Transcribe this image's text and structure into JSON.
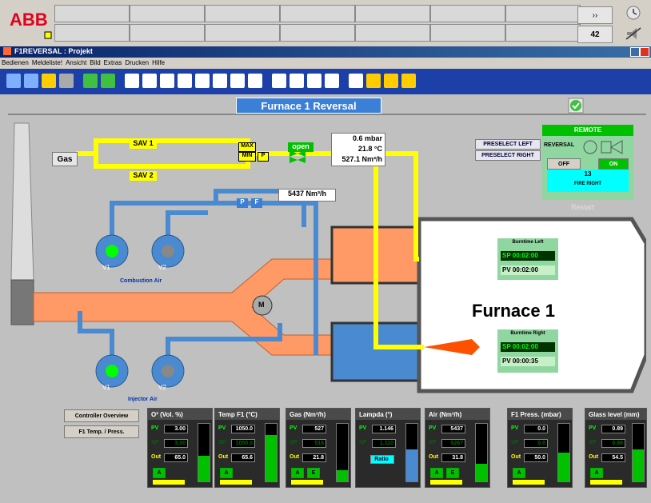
{
  "header": {
    "logo": "ABB",
    "nav_more": "››",
    "alarm_count": "42"
  },
  "window": {
    "title": "F1REVERSAL : Projekt"
  },
  "menu": [
    "Bedienen",
    "Meldeliste!",
    "Ansicht",
    "Bild",
    "Extras",
    "Drucken",
    "Hilfe"
  ],
  "display": {
    "title": "Furnace 1 Reversal",
    "furnace_label": "Furnace 1",
    "gas_label": "Gas",
    "sav1": "SAV 1",
    "sav2": "SAV 2",
    "max": "MAX",
    "min": "MIN",
    "p": "P",
    "open": "open",
    "pressure": "0.6 mbar",
    "temperature": "21.8 °C",
    "gas_flow": "527.1 Nm³/h",
    "air_flow": "5437 Nm³/h",
    "pf_p": "P",
    "pf_f": "F",
    "v1": "V1",
    "v2": "V2",
    "combustion_air": "Combustion Air",
    "injector_air": "Injector Air",
    "motor": "M",
    "preselect_left": "PRESELECT LEFT",
    "preselect_right": "PRESELECT RIGHT",
    "remote": "REMOTE",
    "reversal": "REVERSAL",
    "off": "OFF",
    "on": "ON",
    "counter": "13",
    "fire_state": "FIRE RIGHT",
    "restart": "Restart",
    "burn_left_title": "Burntime Left",
    "burn_left_sp": "SP  00:02:00",
    "burn_left_pv": "PV  00:02:00",
    "burn_right_title": "Burntime Right",
    "burn_right_sp": "SP  00:02:00",
    "burn_right_pv": "PV  00:00:35",
    "controller_overview": "Controller Overview",
    "f1_temp_press": "F1 Temp. / Press."
  },
  "controllers": [
    {
      "title": "O²   (Vol. %)",
      "pv": "3.00",
      "sp": "3.00",
      "out": "65.0",
      "mode": [
        "A"
      ],
      "fill": 0.45
    },
    {
      "title": "Temp F1   (°C)",
      "pv": "1050.0",
      "sp": "1050.0",
      "out": "65.6",
      "mode": [
        "A"
      ],
      "fill": 0.8
    },
    {
      "title": "Gas   (Nm³/h)",
      "pv": "527",
      "sp": "516",
      "out": "21.8",
      "mode": [
        "A",
        "E"
      ],
      "fill": 0.2
    },
    {
      "title": "Lampda      (°)",
      "pv": "1.146",
      "sp": "1.110",
      "out": "",
      "ratio": "Ratio",
      "mode": [],
      "fill": 0.55
    },
    {
      "title": "Air   (Nm³/h)",
      "pv": "5437",
      "sp": "5267",
      "out": "31.8",
      "mode": [
        "A",
        "E"
      ],
      "fill": 0.3
    },
    {
      "title": "F1 Press. (mbar)",
      "pv": "0.0",
      "sp": "0.0",
      "out": "50.0",
      "mode": [
        "A"
      ],
      "fill": 0.5
    },
    {
      "title": "Glass level (mm)",
      "pv": "0.89",
      "sp": "0.89",
      "out": "54.5",
      "mode": [
        "A"
      ],
      "fill": 0.55
    }
  ],
  "labels": {
    "pv": "PV",
    "sp": "SP",
    "out": "Out"
  },
  "colors": {
    "air": "#4a8ad0",
    "gas": "#ffff00",
    "hot": "#ff9966",
    "green": "#00ff00"
  }
}
